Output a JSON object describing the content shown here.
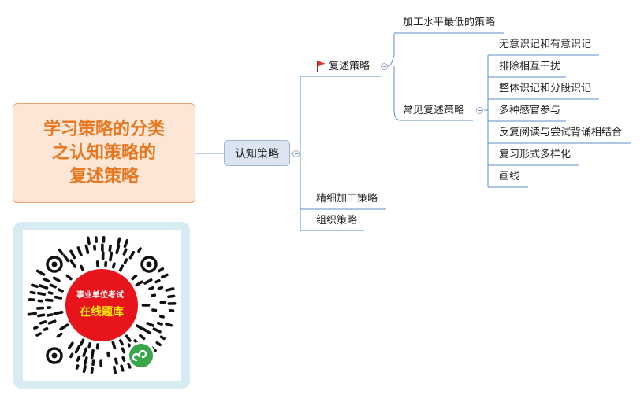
{
  "root": {
    "title": "学习策略的分类\n之认知策略的\n复述策略"
  },
  "level1": {
    "label": "认知策略"
  },
  "branches": [
    {
      "label": "复述策略",
      "flag": "red-flag-icon"
    },
    {
      "label": "精细加工策略"
    },
    {
      "label": "组织策略"
    }
  ],
  "rehearsal": {
    "children": [
      {
        "label": "加工水平最低的策略"
      },
      {
        "label": "常见复述策略"
      }
    ]
  },
  "common": {
    "children": [
      "无意识记和有意识记",
      "排除相互干扰",
      "整体识记和分段识记",
      "多种感官参与",
      "反复阅读与尝试背诵相结合",
      "复习形式多样化",
      "画线"
    ]
  },
  "qr": {
    "line1": "事业单位考试",
    "line2": "在线题库",
    "badge_icon": "mini-program-icon"
  },
  "colors": {
    "root_text": "#e8761d",
    "root_fill": "#fde6d6",
    "root_border": "#e8a36c",
    "node_fill": "#dbe4f0",
    "line": "#5b8ec9",
    "flag": "#e03a2f",
    "qr_red": "#e8141c",
    "qr_green": "#3aa64a"
  }
}
